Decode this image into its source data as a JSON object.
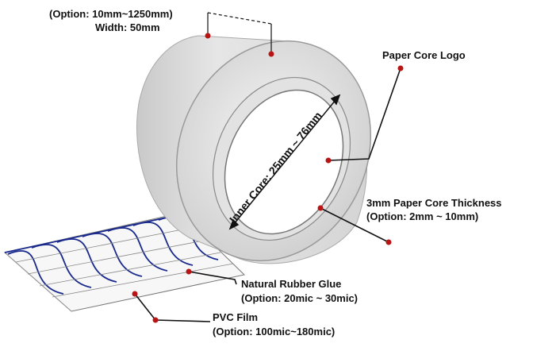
{
  "labels": {
    "width_option": "(Option: 10mm~1250mm)",
    "width": "Width: 50mm",
    "logo": "Paper Core Logo",
    "inner_core": "Inner Core: 25mm ~ 76mm",
    "thickness": "3mm Paper Core Thickness",
    "thickness_option": "(Option:  2mm ~ 10mm)",
    "glue": "Natural Rubber Glue",
    "glue_option": "(Option: 20mic ~ 30mic)",
    "film": "PVC Film",
    "film_option": "(Option:  100mic~180mic)"
  },
  "colors": {
    "leader": "#111111",
    "dot": "#b81414",
    "glue_line": "#1a2a8c",
    "film_line": "#888888"
  }
}
